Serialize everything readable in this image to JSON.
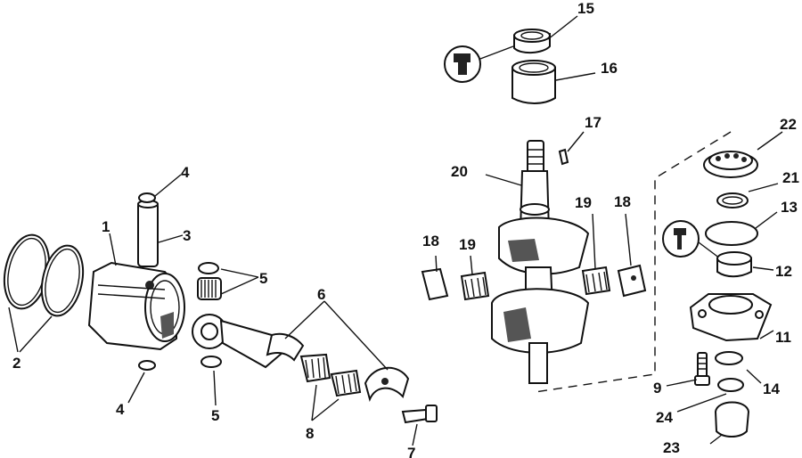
{
  "callouts": [
    "1",
    "2",
    "3",
    "4",
    "4",
    "5",
    "5",
    "6",
    "7",
    "8",
    "9",
    "11",
    "12",
    "13",
    "14",
    "15",
    "16",
    "17",
    "18",
    "18",
    "19",
    "19",
    "20",
    "21",
    "22",
    "23",
    "24"
  ],
  "icons": [
    "sealant-icon",
    "lubricant-icon"
  ]
}
